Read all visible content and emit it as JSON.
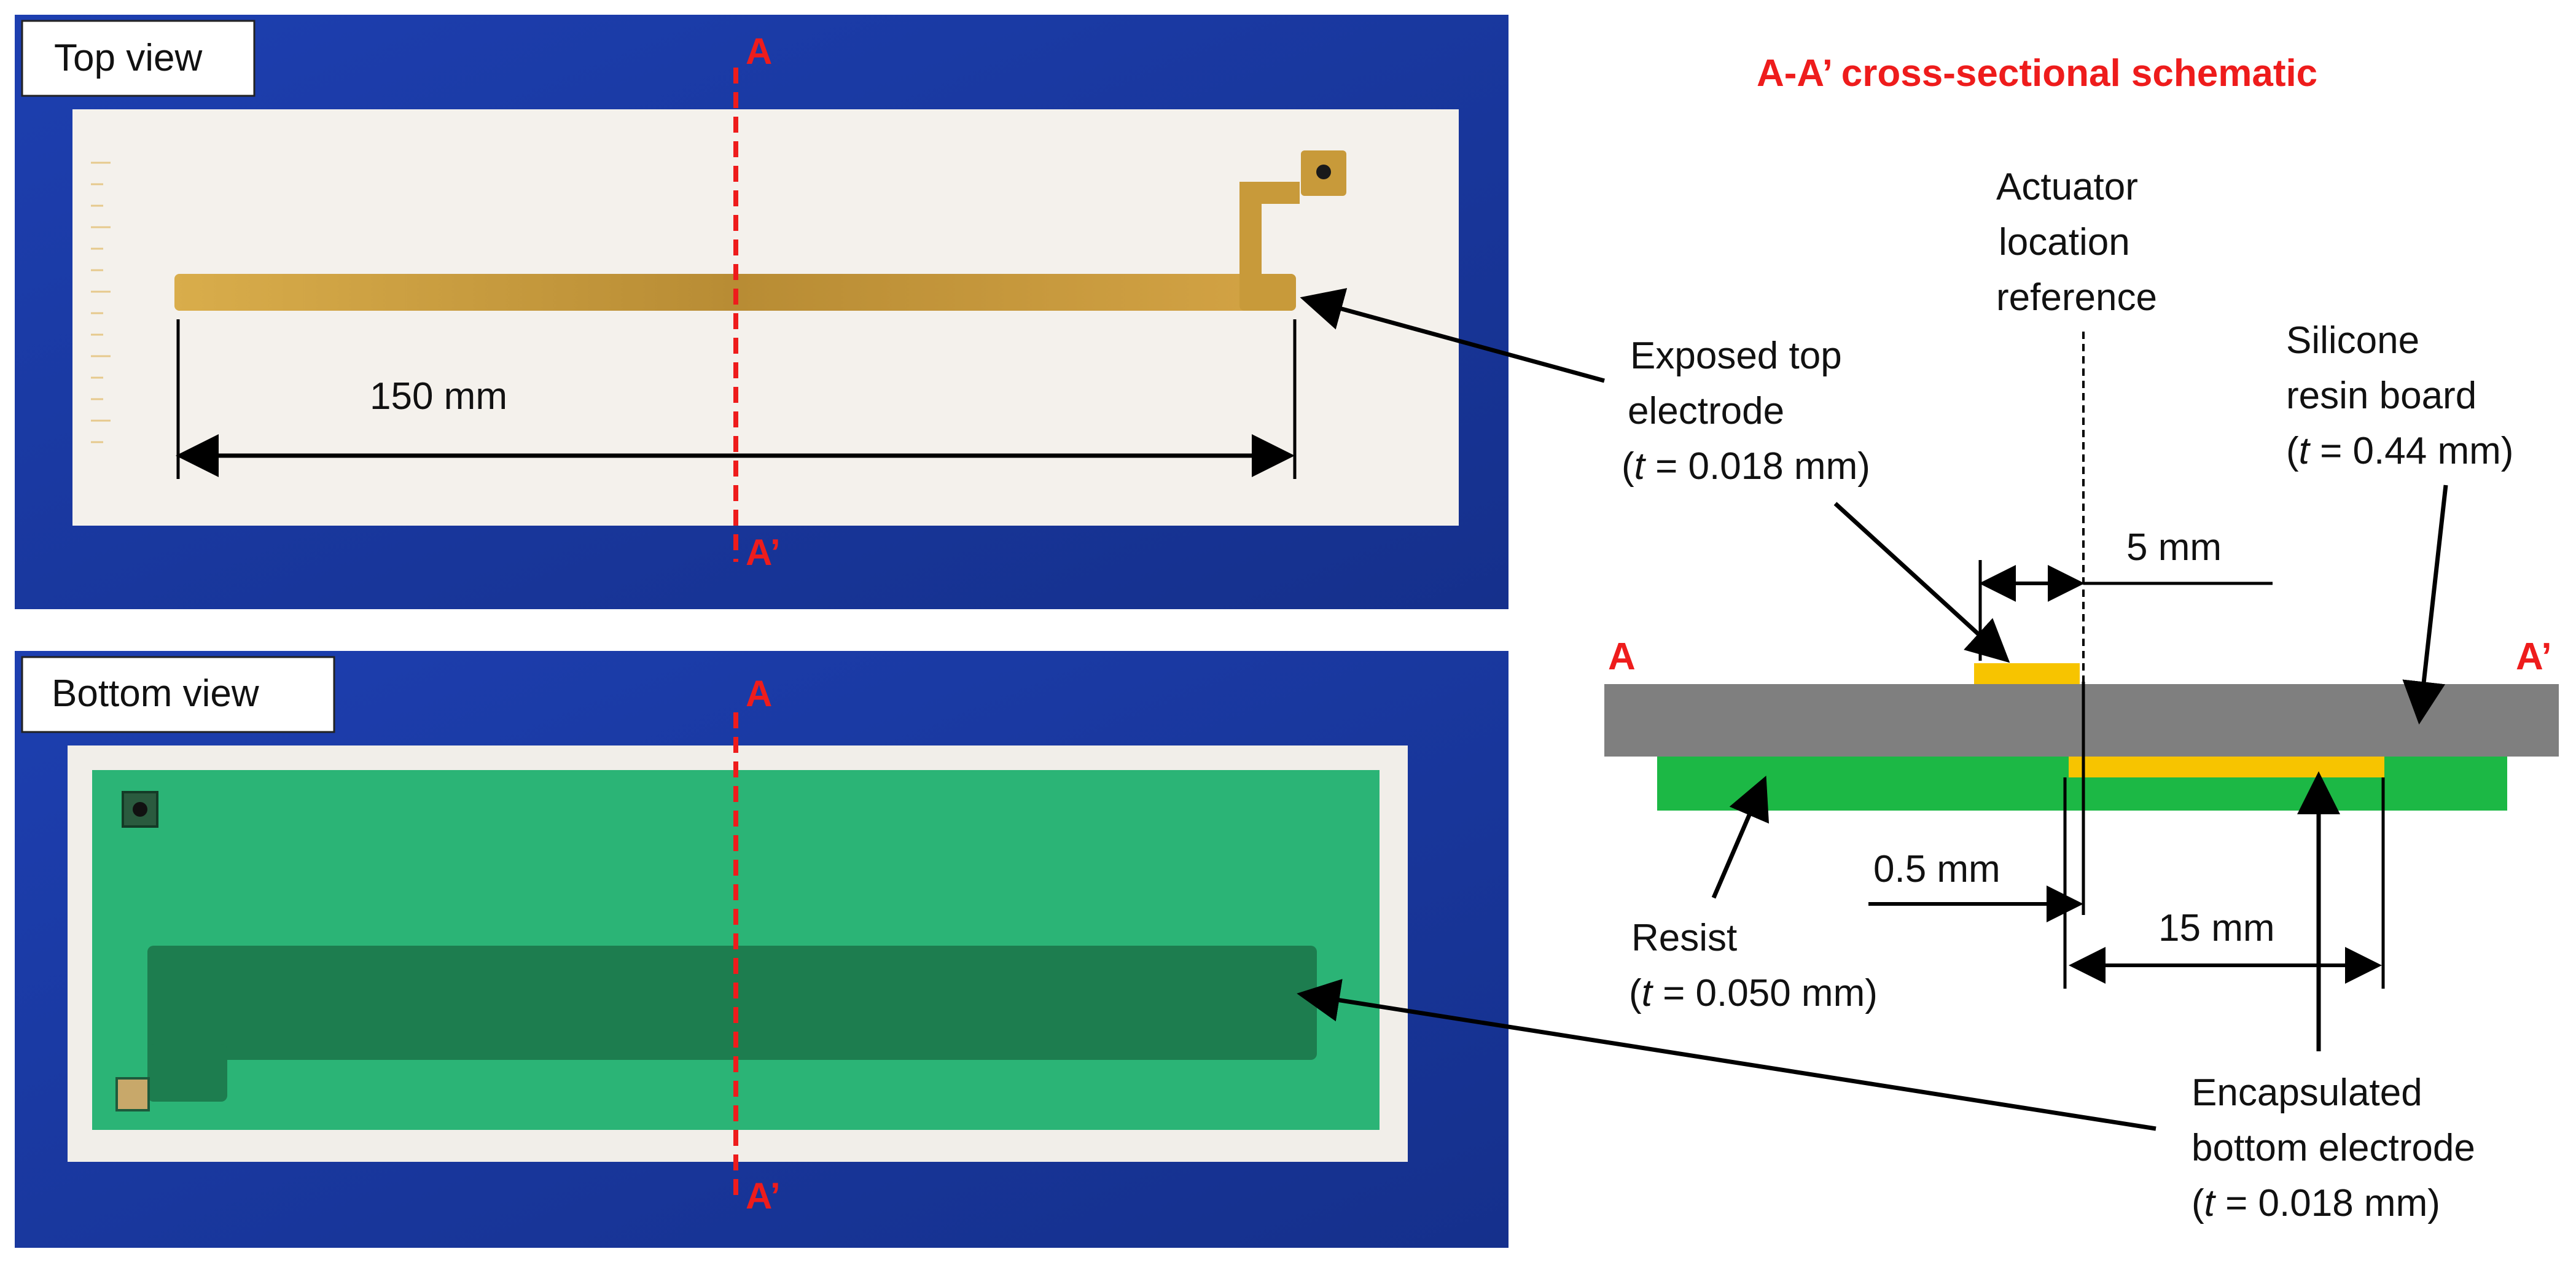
{
  "colors": {
    "photo_background": "#1a3aa6",
    "board_white": "#f4f1ec",
    "gold_electrode": "#c89a3a",
    "resist_green": "#2bb476",
    "dark_green_electrode": "#1d7d4f",
    "silicone_gray": "#7f7f7f",
    "schematic_green": "#1cb845",
    "schematic_yellow": "#f7c400",
    "red_accent": "#ee1c1c"
  },
  "top_photo": {
    "label": "Top view",
    "marker_a": "A",
    "marker_a_prime": "A’",
    "dimension": "150 mm"
  },
  "bottom_photo": {
    "label": "Bottom view",
    "marker_a": "A",
    "marker_a_prime": "A’"
  },
  "schematic": {
    "title": "A-A’ cross-sectional schematic",
    "end_a": "A",
    "end_a_prime": "A’",
    "actuator_ref": [
      "Actuator",
      "location",
      "reference"
    ],
    "exposed_top": {
      "line1": "Exposed top",
      "line2": "electrode",
      "t": "t",
      "value": " = 0.018 mm)"
    },
    "silicone": {
      "line1": "Silicone",
      "line2": "resin board",
      "t": "t",
      "value": " = 0.44 mm)"
    },
    "resist": {
      "line1": "Resist",
      "t": "t",
      "value": " = 0.050 mm)"
    },
    "encapsulated": {
      "line1": "Encapsulated",
      "line2": "bottom electrode",
      "t": "t",
      "value": " = 0.018 mm)"
    },
    "dim_5mm": "5 mm",
    "dim_05mm": "0.5 mm",
    "dim_15mm": "15 mm"
  }
}
